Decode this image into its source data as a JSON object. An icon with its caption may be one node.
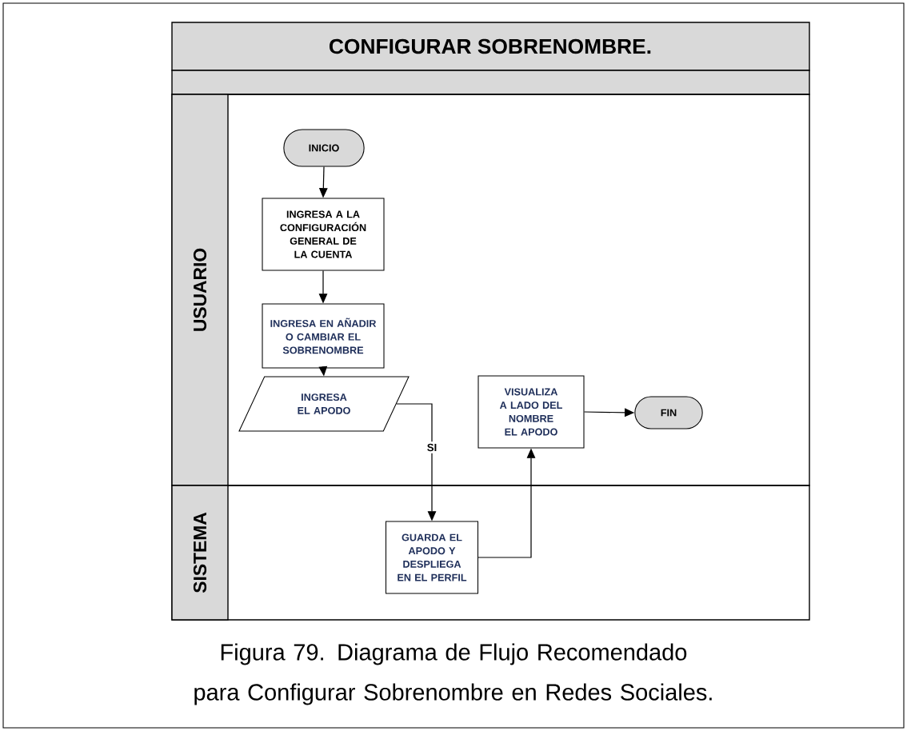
{
  "diagram": {
    "title": "CONFIGURAR SOBRENOMBRE.",
    "caption": "Figura 79. Diagrama de Flujo Recomendado para Configurar Sobrenombre en Redes Sociales.",
    "nodes": [
      {
        "text": [
          "USUARIO"
        ]
      },
      {
        "text": [
          "SISTEMA"
        ]
      },
      {
        "text": [
          "INICIO"
        ],
        "in": 0
      },
      {
        "text": [
          "INGRESA A LA CONFIGURACIÓN GENERAL DE LA CUENTA"
        ],
        "in": 0
      },
      {
        "text": [
          "INGRESA EN AÑADIR O CAMBIAR EL SOBRENOMBRE"
        ],
        "in": 0
      },
      {
        "text": [
          "INGRESA EL APODO"
        ],
        "in": 0
      },
      {
        "text": [
          "VISUALIZA A LADO DEL NOMBRE EL APODO"
        ],
        "in": 0
      },
      {
        "text": [
          "FIN"
        ],
        "in": 0
      },
      {
        "text": [
          "GUARDA EL APODO Y DESPLIEGA EN EL PERFIL"
        ],
        "in": 1
      }
    ],
    "edges": [
      {
        "from": 2,
        "to": 3,
        "arrow": "to"
      },
      {
        "from": 3,
        "to": 4,
        "arrow": "to"
      },
      {
        "from": 4,
        "to": 5,
        "arrow": "to"
      },
      {
        "from": 5,
        "to": 8,
        "arrow": "to",
        "label": "SI"
      },
      {
        "from": 8,
        "to": 6,
        "arrow": "to"
      },
      {
        "from": 6,
        "to": 7,
        "arrow": "to"
      }
    ]
  }
}
